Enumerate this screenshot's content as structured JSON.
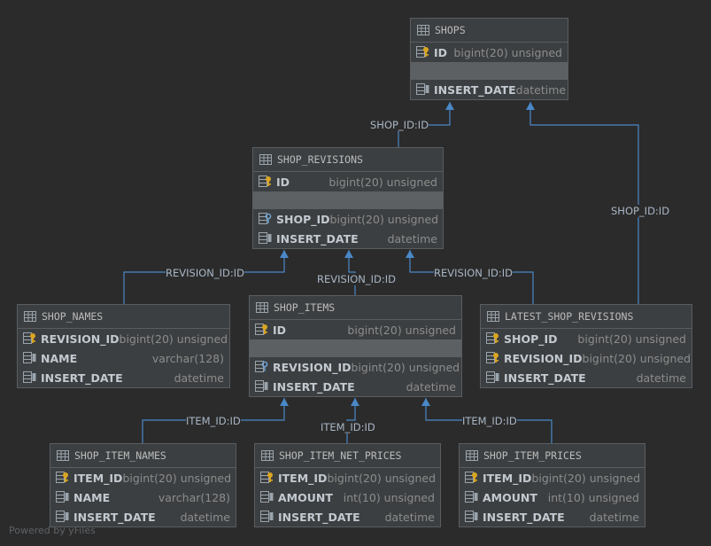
{
  "diagram": {
    "footer": "Powered by yFiles",
    "tables": [
      {
        "name": "SHOPS",
        "columns": [
          {
            "name": "ID",
            "type": "bigint(20) unsigned",
            "kind": "pk"
          },
          {
            "kind": "separator"
          },
          {
            "name": "INSERT_DATE",
            "type": "datetime",
            "kind": "col"
          }
        ]
      },
      {
        "name": "SHOP_REVISIONS",
        "columns": [
          {
            "name": "ID",
            "type": "bigint(20) unsigned",
            "kind": "pk"
          },
          {
            "kind": "separator"
          },
          {
            "name": "SHOP_ID",
            "type": "bigint(20) unsigned",
            "kind": "fk"
          },
          {
            "name": "INSERT_DATE",
            "type": "datetime",
            "kind": "col"
          }
        ]
      },
      {
        "name": "SHOP_NAMES",
        "columns": [
          {
            "name": "REVISION_ID",
            "type": "bigint(20) unsigned",
            "kind": "pkfk"
          },
          {
            "name": "NAME",
            "type": "varchar(128)",
            "kind": "col"
          },
          {
            "name": "INSERT_DATE",
            "type": "datetime",
            "kind": "col"
          }
        ]
      },
      {
        "name": "SHOP_ITEMS",
        "columns": [
          {
            "name": "ID",
            "type": "bigint(20) unsigned",
            "kind": "pk"
          },
          {
            "kind": "separator"
          },
          {
            "name": "REVISION_ID",
            "type": "bigint(20) unsigned",
            "kind": "fk"
          },
          {
            "name": "INSERT_DATE",
            "type": "datetime",
            "kind": "col"
          }
        ]
      },
      {
        "name": "LATEST_SHOP_REVISIONS",
        "columns": [
          {
            "name": "SHOP_ID",
            "type": "bigint(20) unsigned",
            "kind": "pkfk"
          },
          {
            "name": "REVISION_ID",
            "type": "bigint(20) unsigned",
            "kind": "pkfk"
          },
          {
            "name": "INSERT_DATE",
            "type": "datetime",
            "kind": "col"
          }
        ]
      },
      {
        "name": "SHOP_ITEM_NAMES",
        "columns": [
          {
            "name": "ITEM_ID",
            "type": "bigint(20) unsigned",
            "kind": "pkfk"
          },
          {
            "name": "NAME",
            "type": "varchar(128)",
            "kind": "col"
          },
          {
            "name": "INSERT_DATE",
            "type": "datetime",
            "kind": "col"
          }
        ]
      },
      {
        "name": "SHOP_ITEM_NET_PRICES",
        "columns": [
          {
            "name": "ITEM_ID",
            "type": "bigint(20) unsigned",
            "kind": "pkfk"
          },
          {
            "name": "AMOUNT",
            "type": "int(10) unsigned",
            "kind": "col"
          },
          {
            "name": "INSERT_DATE",
            "type": "datetime",
            "kind": "col"
          }
        ]
      },
      {
        "name": "SHOP_ITEM_PRICES",
        "columns": [
          {
            "name": "ITEM_ID",
            "type": "bigint(20) unsigned",
            "kind": "pkfk"
          },
          {
            "name": "AMOUNT",
            "type": "int(10) unsigned",
            "kind": "col"
          },
          {
            "name": "INSERT_DATE",
            "type": "datetime",
            "kind": "col"
          }
        ]
      }
    ],
    "edge_labels": [
      "SHOP_ID:ID",
      "SHOP_ID:ID",
      "REVISION_ID:ID",
      "REVISION_ID:ID",
      "REVISION_ID:ID",
      "ITEM_ID:ID",
      "ITEM_ID:ID",
      "ITEM_ID:ID"
    ],
    "colors": {
      "edge": "#4a88c7",
      "key": "#d9a520",
      "background": "#2b2b2b"
    }
  }
}
